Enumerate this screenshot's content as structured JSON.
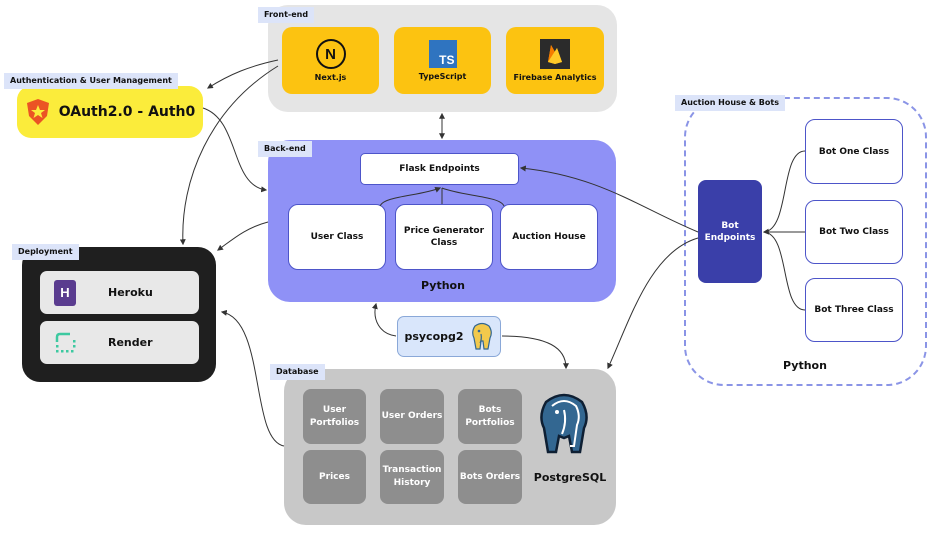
{
  "frontend": {
    "tag": "Front-end",
    "items": [
      {
        "label": "Next.js",
        "icon": "nextjs-icon",
        "glyph": "N"
      },
      {
        "label": "TypeScript",
        "icon": "typescript-icon",
        "glyph": "TS"
      },
      {
        "label": "Firebase Analytics",
        "icon": "firebase-icon"
      }
    ]
  },
  "auth": {
    "tag": "Authentication & User Management",
    "label": "OAuth2.0 - Auth0",
    "icon": "auth0-shield-icon"
  },
  "backend": {
    "tag": "Back-end",
    "endpoints": "Flask Endpoints",
    "classes": [
      "User Class",
      "Price Generator Class",
      "Auction House"
    ],
    "language": "Python"
  },
  "deployment": {
    "tag": "Deployment",
    "items": [
      {
        "label": "Heroku",
        "icon": "heroku-icon",
        "glyph": "H"
      },
      {
        "label": "Render",
        "icon": "render-icon"
      }
    ]
  },
  "connector": {
    "label": "psycopg2",
    "icon": "postgresql-elephant-icon"
  },
  "database": {
    "tag": "Database",
    "tables": [
      "User Portfolios",
      "User Orders",
      "Bots Portfolios",
      "Prices",
      "Transaction History",
      "Bots Orders"
    ],
    "engine": "PostgreSQL",
    "icon": "postgresql-elephant-icon"
  },
  "bots": {
    "tag": "Auction House & Bots",
    "endpoints": "Bot Endpoints",
    "classes": [
      "Bot One Class",
      "Bot Two Class",
      "Bot Three Class"
    ],
    "language": "Python"
  },
  "colors": {
    "yellow": "#fcc311",
    "backend_bg": "#8f91f6",
    "bot_endpoint": "#3a3fa9",
    "deployment_bg": "#1f1f1f",
    "database_bg": "#c8c8c8",
    "tag_bg": "#dce4f9"
  }
}
